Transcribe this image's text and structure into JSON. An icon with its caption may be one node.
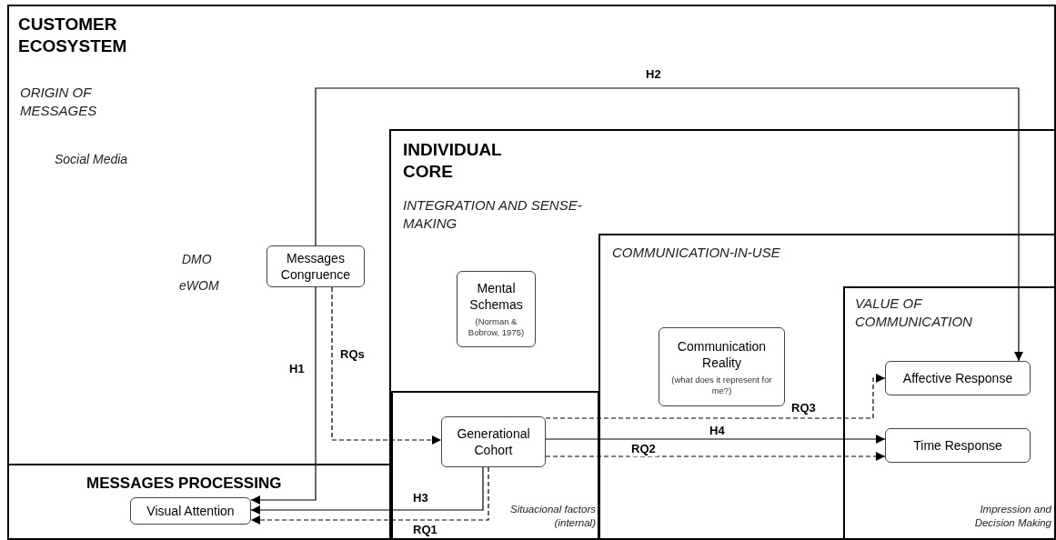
{
  "diagram": {
    "nodes": [
      {
        "text": [
          "CUSTOMER ECOSYSTEM",
          "ORIGIN OF MESSAGES"
        ]
      },
      {
        "text": [
          "MESSAGES PROCESSING"
        ],
        "in": 0
      },
      {
        "text": [
          "Visual Attention"
        ],
        "in": 1
      },
      {
        "text": [
          "Messages Congruence"
        ],
        "in": 0
      },
      {
        "text": [
          "INDIVIDUAL CORE",
          "INTEGRATION AND SENSE-MAKING"
        ],
        "in": 0
      },
      {
        "text": [
          "Mental Schemas",
          "(Norman & Bobrow, 1975)"
        ],
        "in": 4
      },
      {
        "text": [
          "Situacional factors (internal)"
        ],
        "in": 4
      },
      {
        "text": [
          "Generational Cohort"
        ],
        "in": 6
      },
      {
        "text": [
          "COMMUNICATION-IN-USE"
        ],
        "in": 4
      },
      {
        "text": [
          "Communication Reality",
          "(what does it represent for me?)"
        ],
        "in": 8
      },
      {
        "text": [
          "VALUE OF COMMUNICATION",
          "Impression and Decision Making"
        ],
        "in": 8
      },
      {
        "text": [
          "Affective Response"
        ],
        "in": 10
      },
      {
        "text": [
          "Time Response"
        ],
        "in": 10
      }
    ],
    "edges": [
      {
        "from": 3,
        "to": 11,
        "arrow": "to",
        "label": "H2"
      },
      {
        "from": 3,
        "to": 2,
        "arrow": "to",
        "label": "H1"
      },
      {
        "from": 3,
        "to": 7,
        "arrow": "to",
        "label": "RQs",
        "style": "dashed"
      },
      {
        "from": 7,
        "to": 2,
        "arrow": "to",
        "label": "H3"
      },
      {
        "from": 7,
        "to": 2,
        "arrow": "to",
        "label": "RQ1",
        "style": "dashed"
      },
      {
        "from": 7,
        "to": 11,
        "arrow": "to",
        "label": "RQ3",
        "style": "dashed"
      },
      {
        "from": 7,
        "to": 12,
        "arrow": "to",
        "label": "H4"
      },
      {
        "from": 7,
        "to": 12,
        "arrow": "to",
        "label": "RQ2",
        "style": "dashed"
      }
    ],
    "labels": [
      "Social Media",
      "DMO",
      "eWOM"
    ]
  }
}
